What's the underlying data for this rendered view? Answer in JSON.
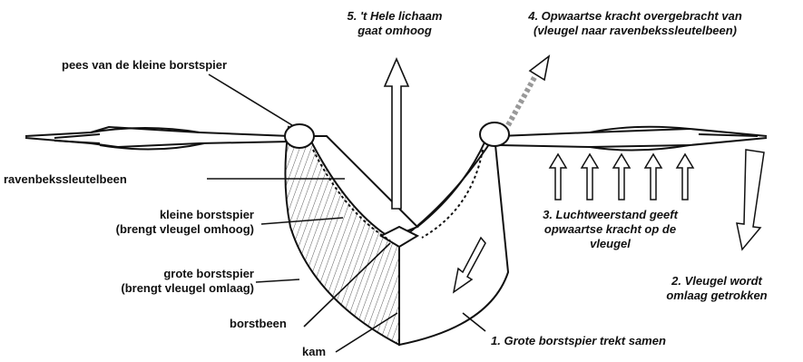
{
  "labels": {
    "pees": "pees van de kleine borstspier",
    "raven": "ravenbekssleutelbeen",
    "kleine_1": "kleine borstspier",
    "kleine_2": "(brengt vleugel omhoog)",
    "grote_1": "grote borstspier",
    "grote_2": "(brengt vleugel omlaag)",
    "borstbeen": "borstbeen",
    "kam": "kam"
  },
  "steps": {
    "s1": "1.  Grote borstspier trekt samen",
    "s2_1": "2.  Vleugel wordt",
    "s2_2": "omlaag getrokken",
    "s3_1": "3.  Luchtweerstand geeft",
    "s3_2": "opwaartse kracht op de",
    "s3_3": "vleugel",
    "s4_1": "4.  Opwaartse kracht overgebracht van",
    "s4_2": "(vleugel naar ravenbekssleutelbeen)",
    "s5_1": "5.  't Hele lichaam",
    "s5_2": "gaat omhoog"
  },
  "colors": {
    "ink": "#111111",
    "paper": "#ffffff",
    "shade": "#d9d9d9"
  }
}
